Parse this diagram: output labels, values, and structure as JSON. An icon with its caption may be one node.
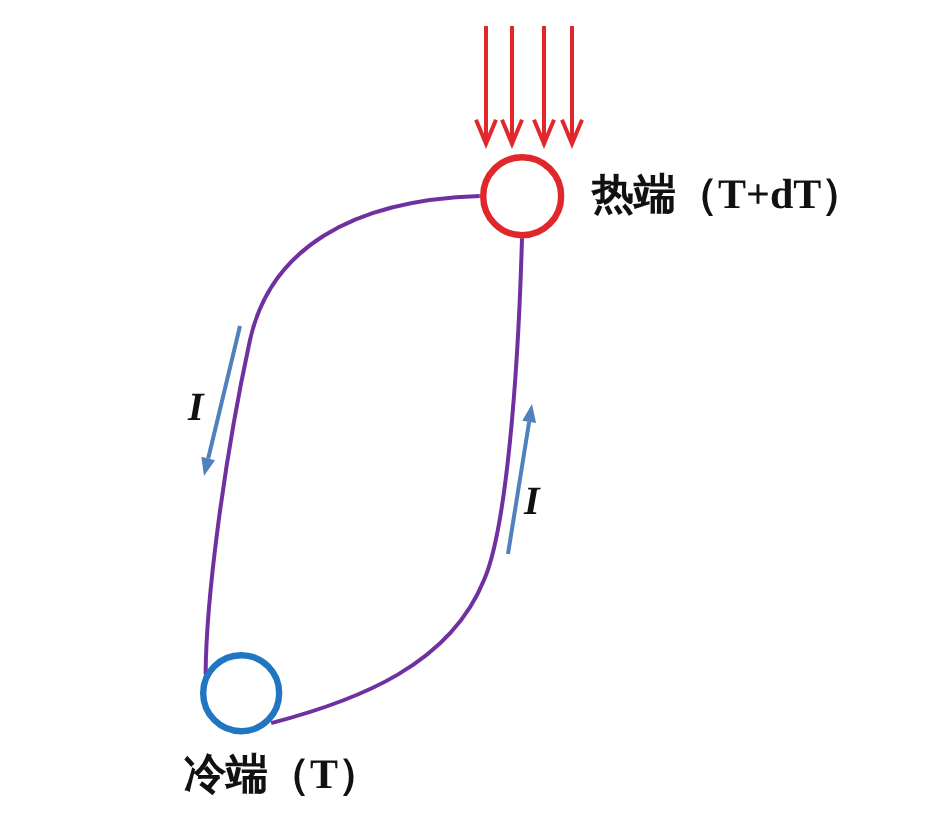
{
  "diagram": {
    "nodes": [
      {
        "text": [],
        "shape": "circle",
        "beside": [
          "热端（T+dT）"
        ]
      },
      {
        "text": [],
        "shape": "circle",
        "beside": [
          "冷端（T）"
        ]
      }
    ],
    "edges": [
      {
        "from": null,
        "to": 0,
        "arrow": "to",
        "color": "#e0282c"
      },
      {
        "from": null,
        "to": 0,
        "arrow": "to",
        "color": "#e0282c"
      },
      {
        "from": null,
        "to": 0,
        "arrow": "to",
        "color": "#e0282c"
      },
      {
        "from": null,
        "to": 0,
        "arrow": "to",
        "color": "#e0282c"
      },
      {
        "from": 0,
        "to": 1,
        "arrow": "none",
        "color": "#7030a0"
      },
      {
        "from": 1,
        "to": 0,
        "arrow": "none",
        "color": "#7030a0"
      }
    ],
    "labels": [
      "I",
      "I"
    ]
  }
}
